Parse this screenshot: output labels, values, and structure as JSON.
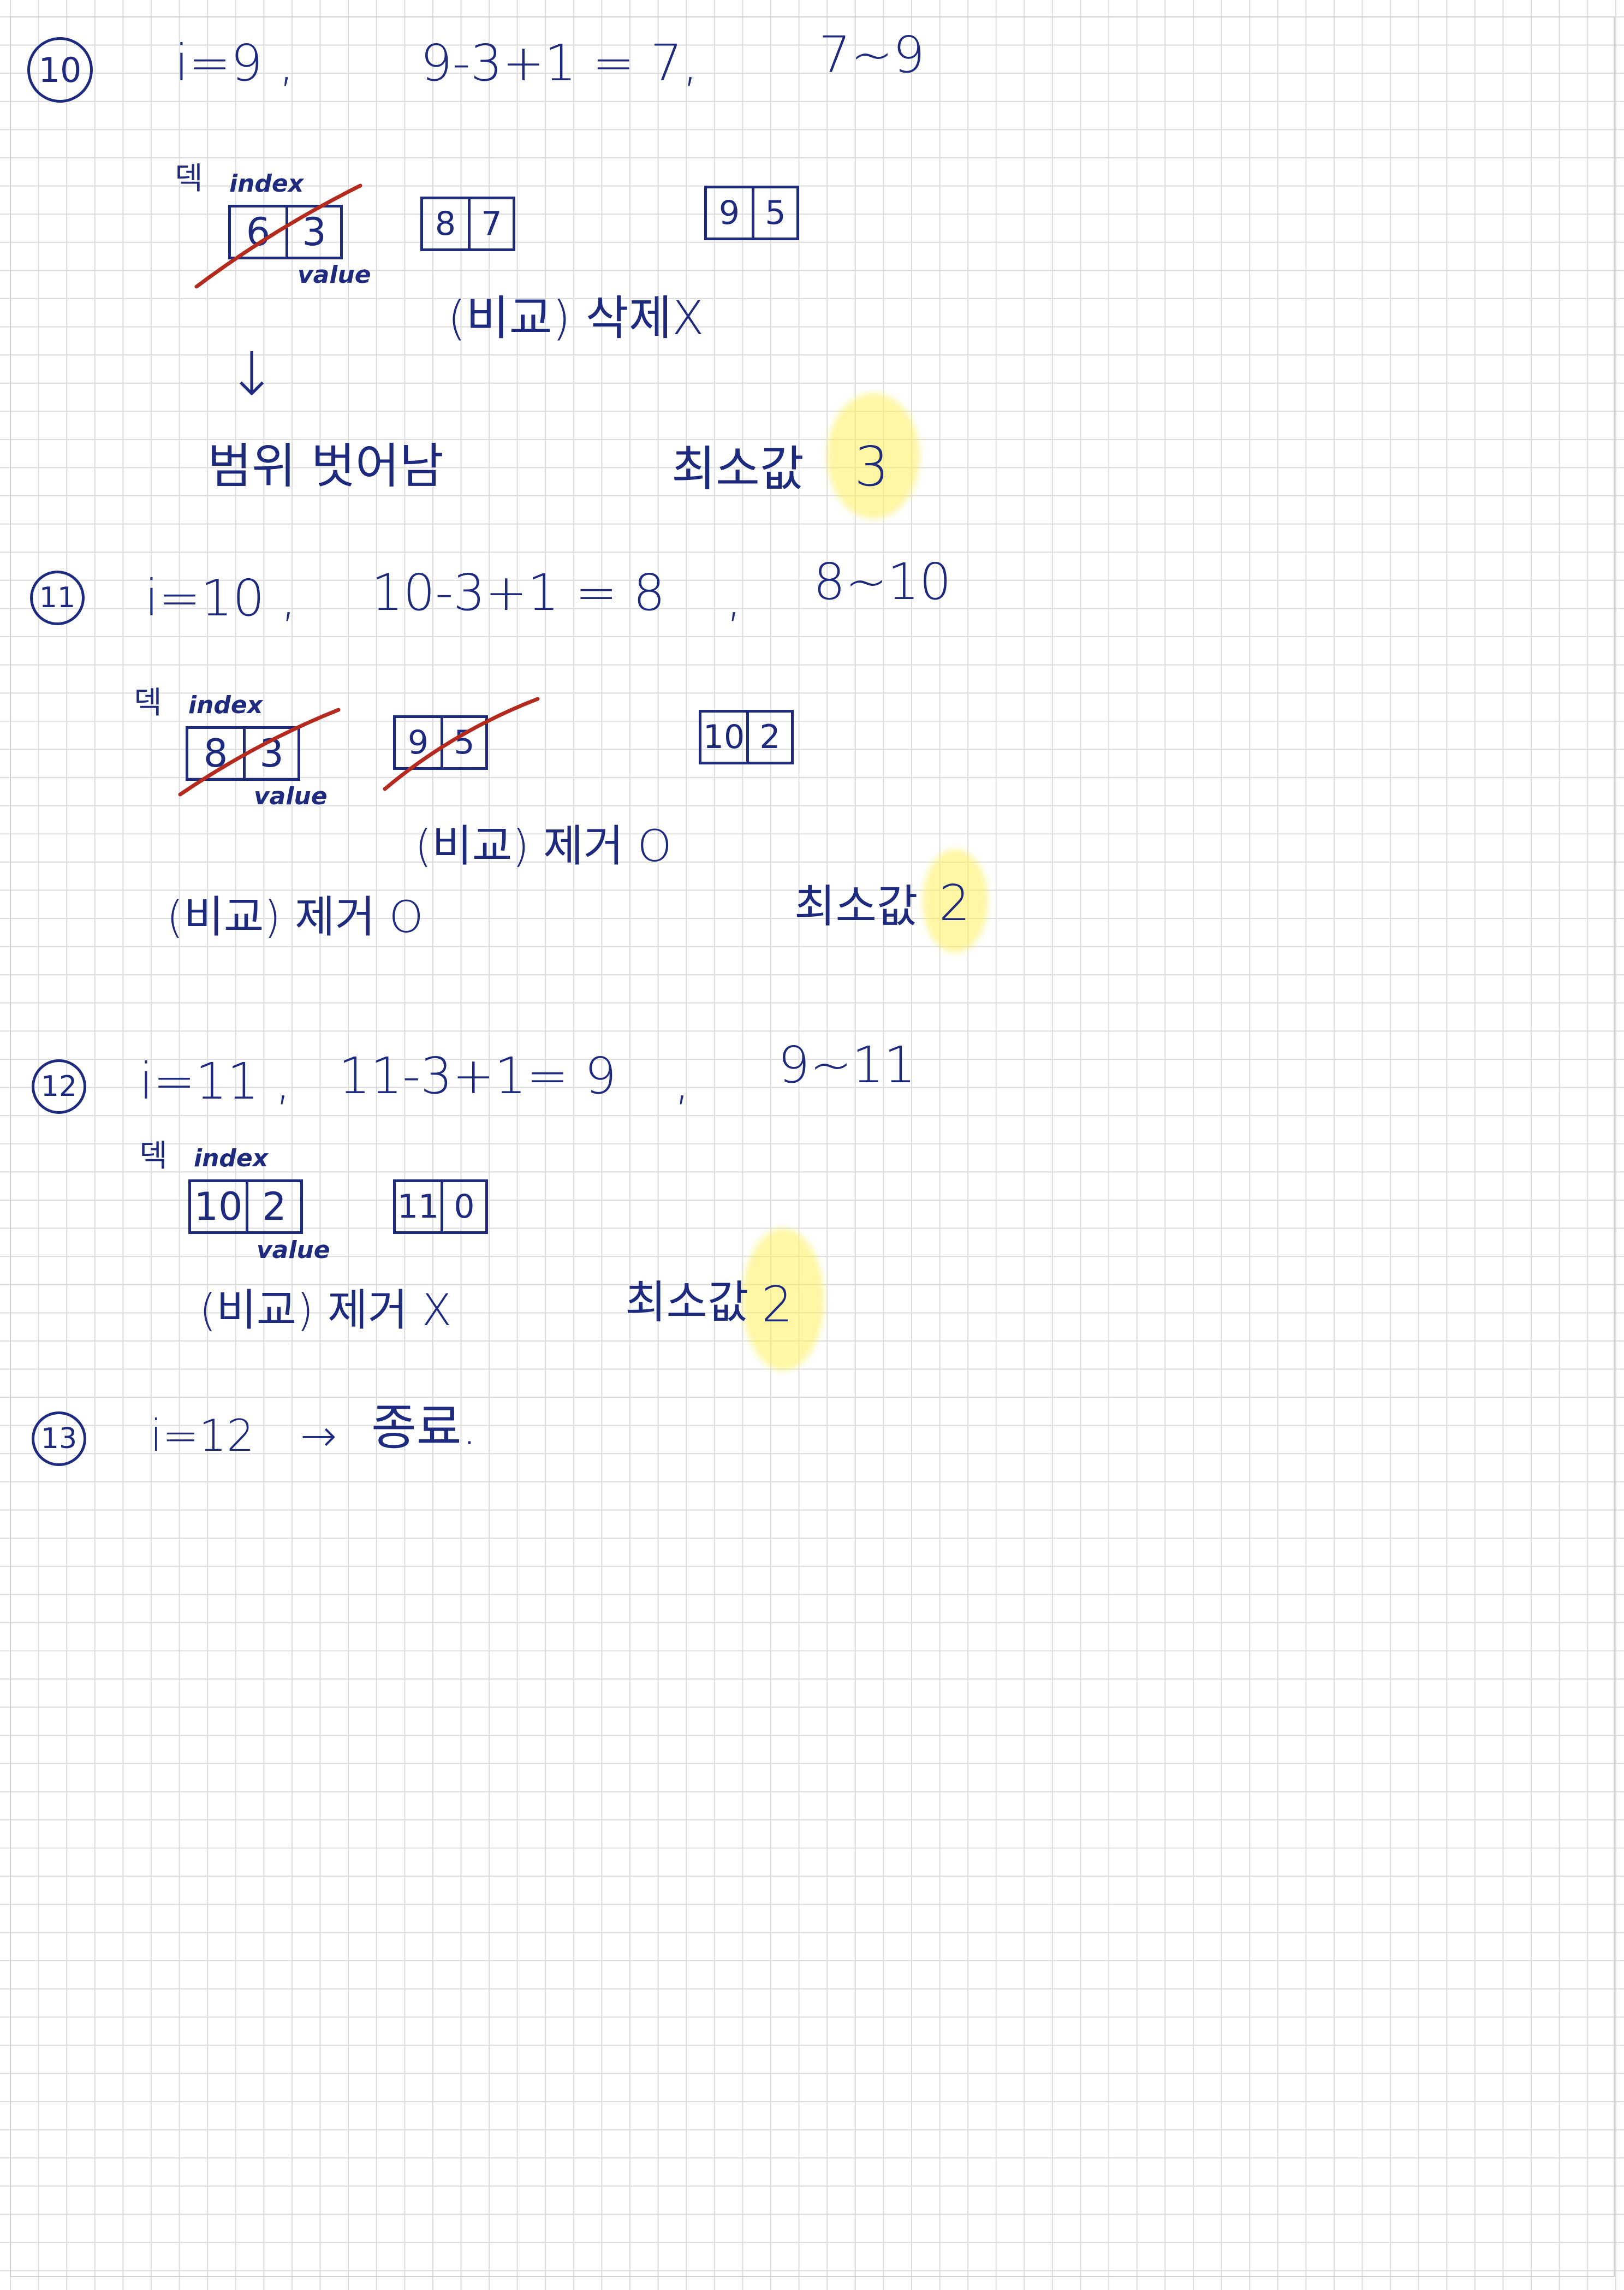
{
  "steps": [
    {
      "number": "10",
      "line": {
        "i": "i=9 ,",
        "calc": "9-3+1 = 7,",
        "range": "7~9"
      },
      "deque_label": "덱",
      "index_label": "index",
      "value_label": "value",
      "boxes": [
        {
          "index": "6",
          "value": "3",
          "struck": true
        },
        {
          "index": "8",
          "value": "7",
          "struck": false
        },
        {
          "index": "9",
          "value": "5",
          "struck": false
        }
      ],
      "compare_note": "(비교) 삭제X",
      "arrow": "↓",
      "out_of_range": "범위 벗어남",
      "min_label": "최소값",
      "min_value": "3"
    },
    {
      "number": "11",
      "line": {
        "i": "i=10 ,",
        "calc": "10-3+1 = 8",
        "comma": ",",
        "range": "8~10"
      },
      "deque_label": "덱",
      "index_label": "index",
      "value_label": "value",
      "boxes": [
        {
          "index": "8",
          "value": "3",
          "struck": true
        },
        {
          "index": "9",
          "value": "5",
          "struck": true
        },
        {
          "index": "10",
          "value": "2",
          "struck": false
        }
      ],
      "compare_note_1": "(비교) 제거 O",
      "compare_note_2": "(비교) 제거 O",
      "min_label": "최소값",
      "min_value": "2"
    },
    {
      "number": "12",
      "line": {
        "i": "i=11 ,",
        "calc": "11-3+1= 9",
        "comma": ",",
        "range": "9~11"
      },
      "deque_label": "덱",
      "index_label": "index",
      "value_label": "value",
      "boxes": [
        {
          "index": "10",
          "value": "2",
          "struck": false
        },
        {
          "index": "11",
          "value": "0",
          "struck": false
        }
      ],
      "compare_note": "(비교) 제거 X",
      "min_label": "최소값",
      "min_value": "2"
    },
    {
      "number": "13",
      "line": {
        "i": "i=12",
        "arrow": "→",
        "end": "종료."
      }
    }
  ],
  "colors": {
    "ink": "#1d2a7e",
    "strike": "#b52a1e",
    "highlight": "#fff05a",
    "grid": "#dcdcdc"
  }
}
